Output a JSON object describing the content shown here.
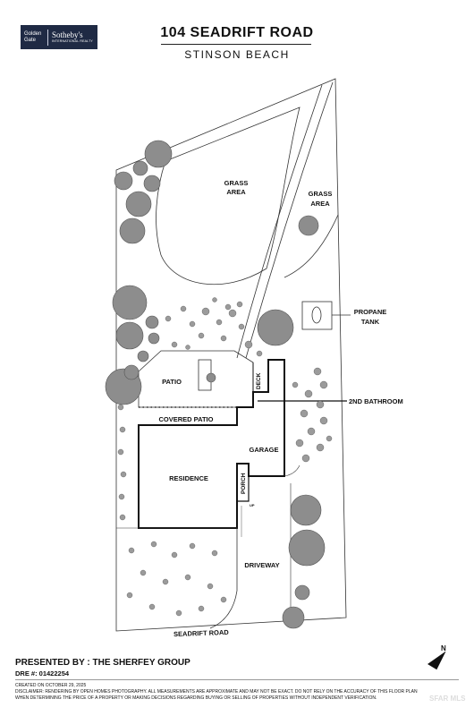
{
  "header": {
    "logo_left_line1": "Golden",
    "logo_left_line2": "Gate",
    "logo_brand": "Sotheby's",
    "logo_brand_sub": "INTERNATIONAL REALTY",
    "title": "104 SEADRIFT ROAD",
    "subtitle": "STINSON BEACH"
  },
  "labels": {
    "grass_area_left_1": "GRASS",
    "grass_area_left_2": "AREA",
    "grass_area_right_1": "GRASS",
    "grass_area_right_2": "AREA",
    "propane_1": "PROPANE",
    "propane_2": "TANK",
    "patio": "PATIO",
    "deck": "DECK",
    "second_bathroom": "2ND BATHROOM",
    "covered_patio": "COVERED PATIO",
    "garage": "GARAGE",
    "residence": "RESIDENCE",
    "porch": "PORCH",
    "up": "UP",
    "driveway": "DRIVEWAY",
    "seadrift_road": "SEADRIFT ROAD",
    "north": "N"
  },
  "footer": {
    "presented_by": "PRESENTED BY : THE SHERFEY GROUP",
    "dre": "DRE #: 01422254",
    "created": "CREATED ON OCTOBER 29, 2025",
    "disclaimer": "DISCLAIMER: RENDERING BY OPEN HOMES PHOTOGRAPHY. ALL MEASUREMENTS ARE APPROXIMATE AND MAY NOT BE EXACT. DO NOT RELY ON THE ACCURACY OF THIS FLOOR PLAN WHEN DETERMINING THE PRICE OF A PROPERTY OR MAKING DECISIONS REGARDING BUYING OR SELLING OF PROPERTIES WITHOUT INDEPENDENT VERIFICATION.",
    "watermark": "SFAR MLS"
  },
  "colors": {
    "logo_bg": "#1f2a44",
    "tree_fill": "#8a8a8a",
    "line": "#222222"
  }
}
